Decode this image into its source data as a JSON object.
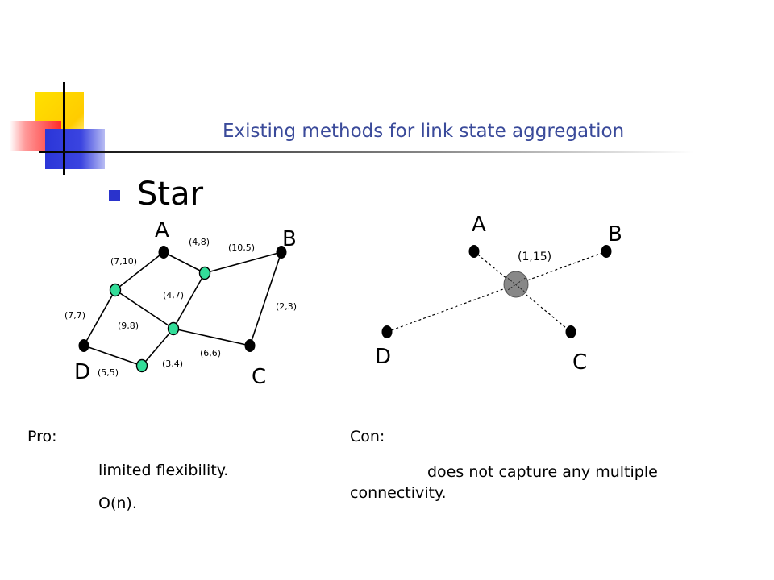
{
  "slide": {
    "title": "Existing methods for link state aggregation",
    "heading": "Star"
  },
  "left_graph": {
    "nodes": {
      "A": "A",
      "B": "B",
      "C": "C",
      "D": "D"
    },
    "edge_labels": [
      "(4,8)",
      "(10,5)",
      "(7,10)",
      "(4,7)",
      "(2,3)",
      "(7,7)",
      "(9,8)",
      "(6,6)",
      "(3,4)",
      "(5,5)"
    ]
  },
  "right_graph": {
    "nodes": {
      "A": "A",
      "B": "B",
      "C": "C",
      "D": "D"
    },
    "center_label": "(1,15)"
  },
  "pro": {
    "label": "Pro:",
    "items": [
      "limited flexibility.",
      "O(n)."
    ]
  },
  "con": {
    "label": "Con:",
    "text": "does not capture any multiple connectivity."
  },
  "colors": {
    "title": "#3a4a9a",
    "bullet": "#2a33cc",
    "green_node": "#33dd99",
    "center_node": "#888888"
  }
}
